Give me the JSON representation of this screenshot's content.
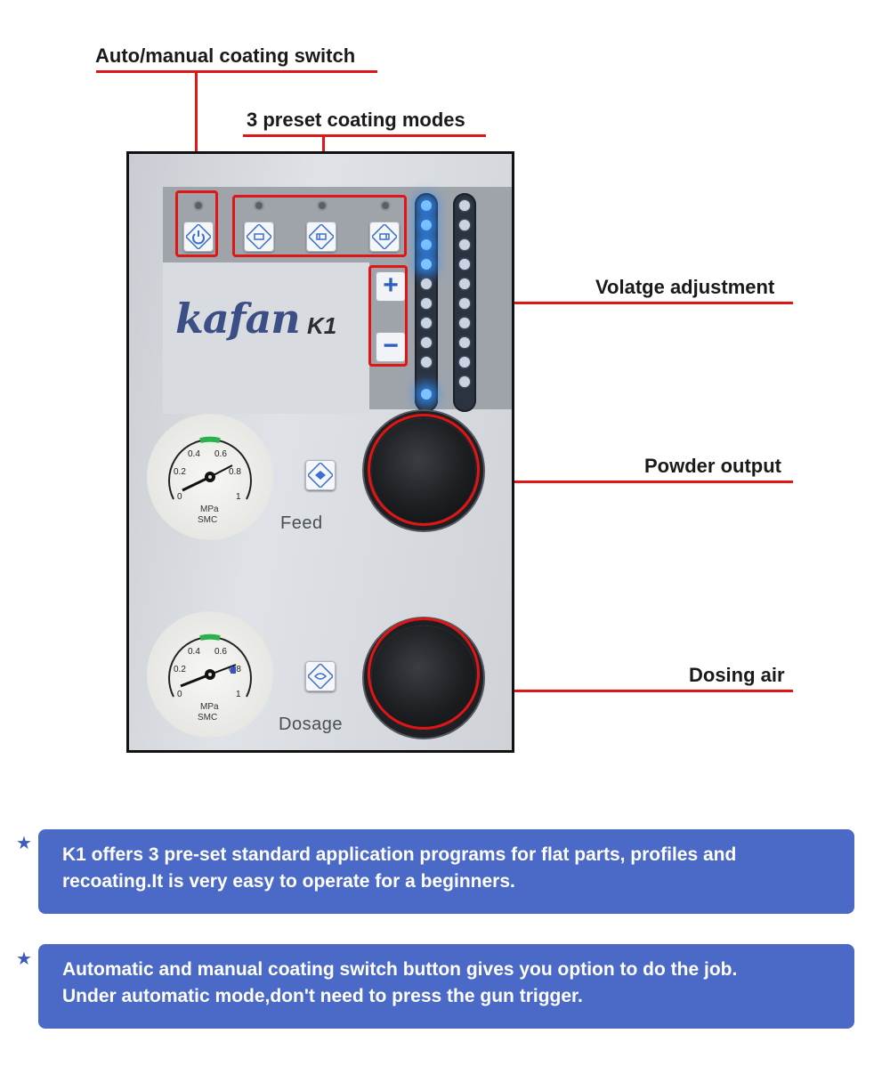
{
  "callouts": {
    "auto_manual": "Auto/manual coating switch",
    "preset_modes": "3 preset coating modes",
    "voltage": "Volatge adjustment",
    "powder_output": "Powder output",
    "dosing_air": "Dosing air"
  },
  "panel": {
    "brand": "kafan",
    "model": "K1",
    "plus_label": "+",
    "minus_label": "−",
    "feed_label": "Feed",
    "dosage_label": "Dosage",
    "gauge_unit": "MPa",
    "gauge_maker": "SMC",
    "gauge_ticks": [
      "0",
      "0.2",
      "0.4",
      "0.6",
      "0.8",
      "1"
    ],
    "icons": [
      "power-icon",
      "flat-part-mode-icon",
      "profile-mode-icon",
      "recoat-mode-icon",
      "feed-icon",
      "dosage-icon"
    ]
  },
  "info_boxes": [
    {
      "line1": "K1 offers 3 pre-set standard application programs for flat parts, profiles and",
      "line2": "recoating.It is very easy to operate for a beginners."
    },
    {
      "line1": "Automatic and manual coating switch button gives you option to do the job.",
      "line2": "Under automatic mode,don't need to press the gun trigger."
    }
  ],
  "colors": {
    "accent_red": "#e01515",
    "info_blue": "#4b69c6",
    "led_blue": "#2f8fff",
    "star_blue": "#3b5bc0"
  }
}
